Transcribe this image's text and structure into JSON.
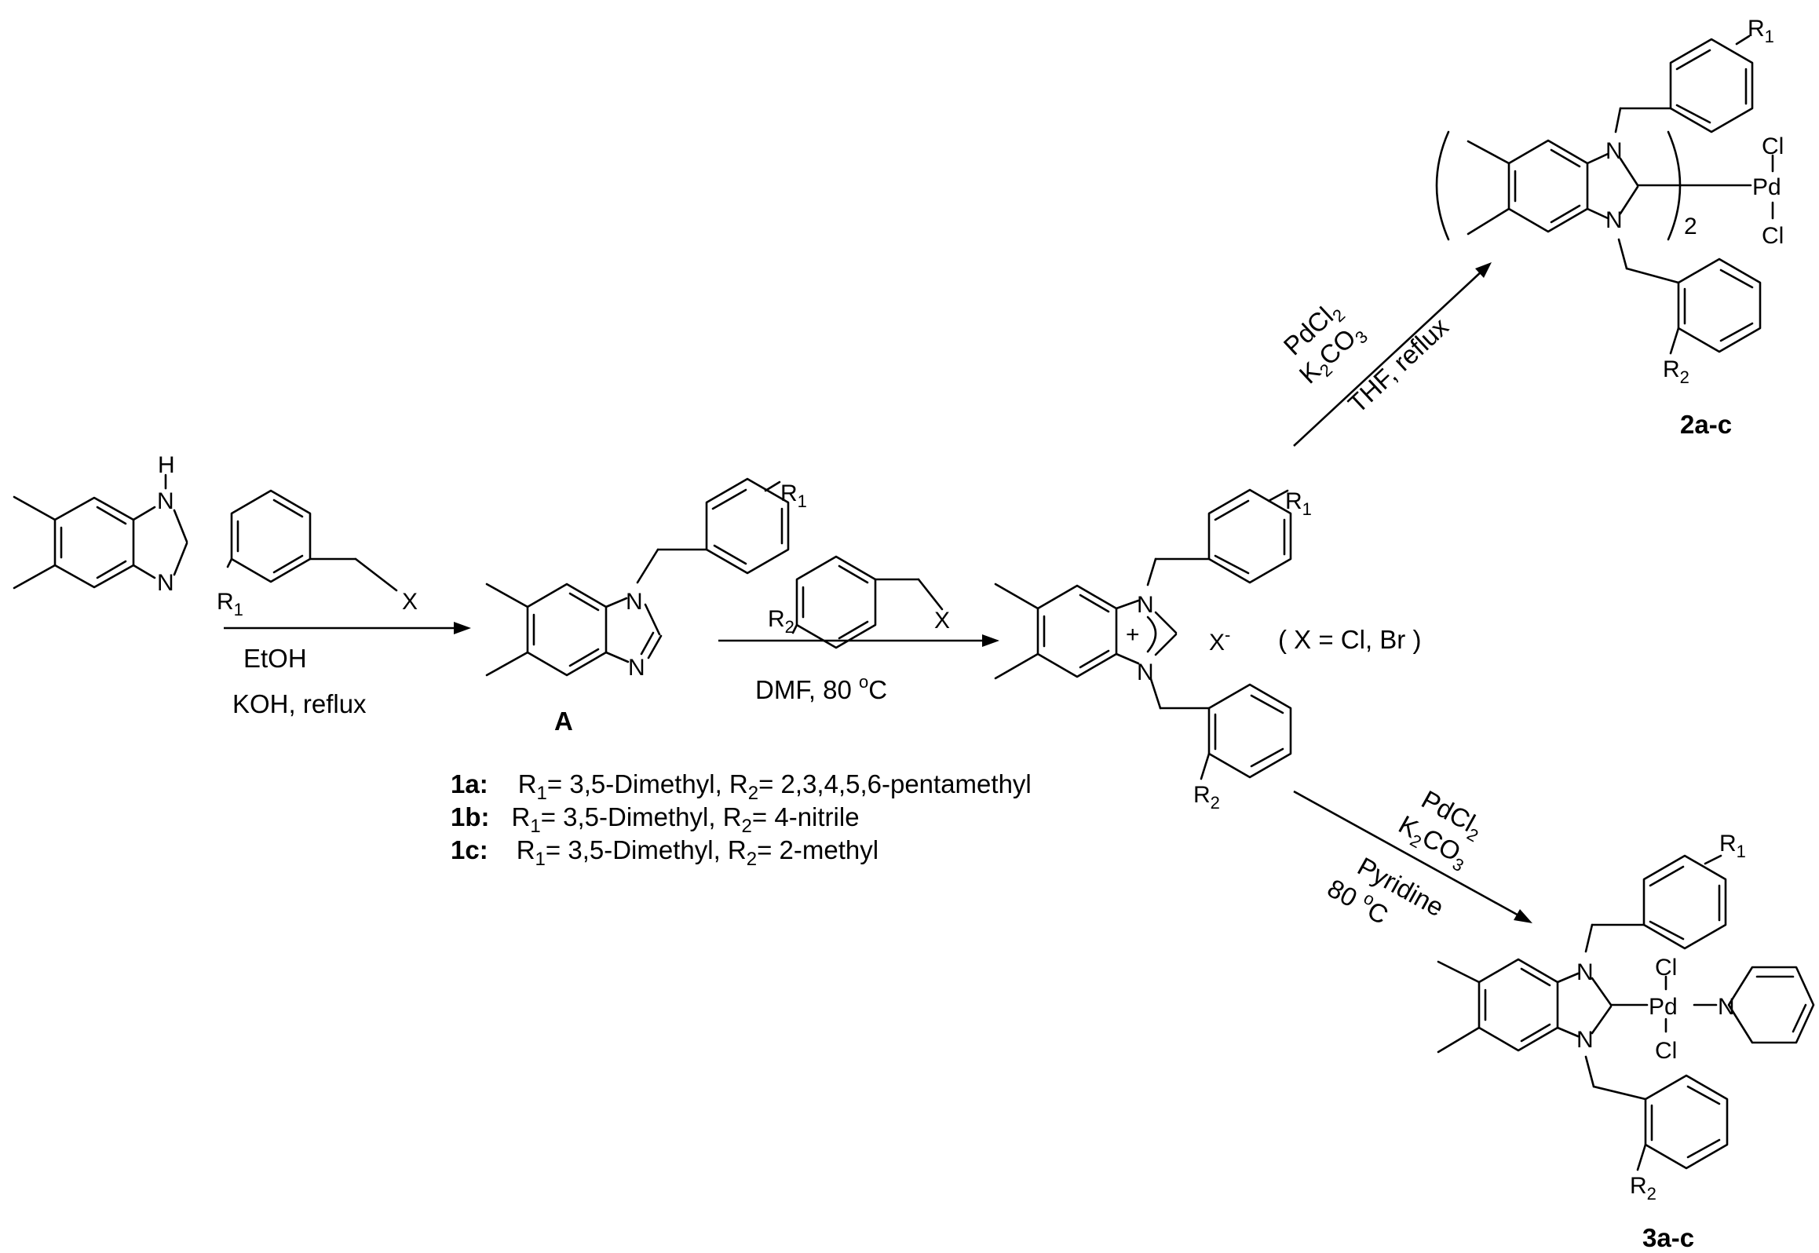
{
  "atoms": {
    "h": "H",
    "n": "N",
    "x": "X",
    "r": "R",
    "sub1": "1",
    "sub2": "2",
    "pd": "Pd",
    "cl": "Cl",
    "plus": "+",
    "xminus_main": "X",
    "xminus_sup": "-",
    "paren_coef": "2"
  },
  "step1": {
    "solvent": "EtOH",
    "base": "KOH, reflux"
  },
  "intermediate_a": {
    "label": "A"
  },
  "step2": {
    "cond_pre": "DMF, 80 ",
    "cond_sup": "o",
    "cond_post": "C"
  },
  "counterion_note": "( X = Cl, Br )",
  "legend": [
    {
      "id": "1a:",
      "r1": "= 3,5-Dimethyl, R",
      "r2": "= 2,3,4,5,6-pentamethyl"
    },
    {
      "id": "1b:",
      "r1": "= 3,5-Dimethyl, R",
      "r2": "= 4-nitrile"
    },
    {
      "id": "1c:",
      "r1": "= 3,5-Dimethyl, R",
      "r2": "= 2-methyl"
    }
  ],
  "route_upper": {
    "reagent1_main": "PdCl",
    "reagent1_sub": "2",
    "reagent2_k": "K",
    "reagent2_sub1": "2",
    "reagent2_co": "CO",
    "reagent2_sub2": "3",
    "cond": "THF, reflux",
    "product": "2a-c"
  },
  "route_lower": {
    "reagent1_main": "PdCl",
    "reagent1_sub": "2",
    "reagent2_k": "K",
    "reagent2_sub1": "2",
    "reagent2_co": "CO",
    "reagent2_sub2": "3",
    "cond1": "Pyridine",
    "temp_pre": "80 ",
    "temp_sup": "o",
    "temp_post": "C",
    "product": "3a-c"
  }
}
